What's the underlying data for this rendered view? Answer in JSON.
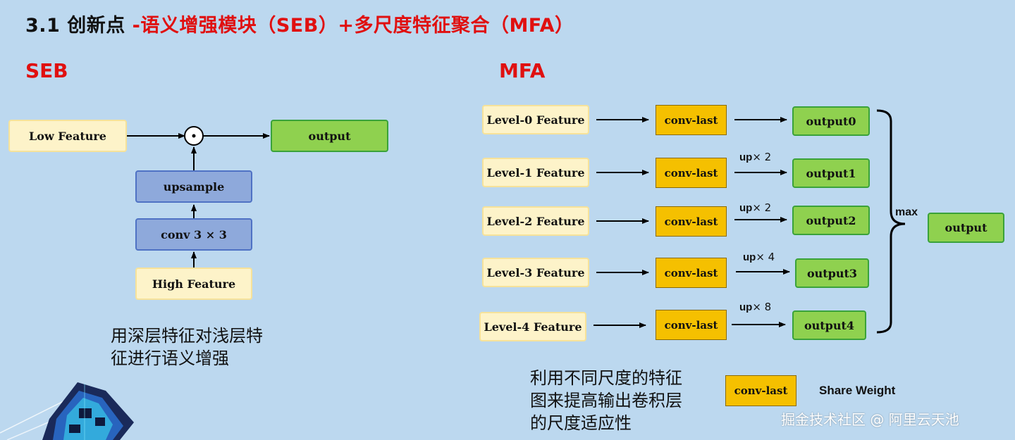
{
  "title": {
    "prefix": "3.1 创新点 ",
    "highlight": "-语义增强模块（SEB）+多尺度特征聚合（MFA）"
  },
  "seb": {
    "label": "SEB",
    "low_feature": "Low Feature",
    "dot_operator": "·",
    "output": "output",
    "upsample": "upsample",
    "conv": "conv 3 × 3",
    "high_feature": "High Feature",
    "note_line1": "用深层特征对浅层特",
    "note_line2": "征进行语义增强"
  },
  "mfa": {
    "label": "MFA",
    "rows": [
      {
        "feature": "Level-0 Feature",
        "conv": "conv-last",
        "up": "",
        "up_factor": "",
        "output": "output0"
      },
      {
        "feature": "Level-1 Feature",
        "conv": "conv-last",
        "up": "up",
        "up_factor": "× 2",
        "output": "output1"
      },
      {
        "feature": "Level-2 Feature",
        "conv": "conv-last",
        "up": "up",
        "up_factor": "× 2",
        "output": "output2"
      },
      {
        "feature": "Level-3 Feature",
        "conv": "conv-last",
        "up": "up",
        "up_factor": "× 4",
        "output": "output3"
      },
      {
        "feature": "Level-4 Feature",
        "conv": "conv-last",
        "up": "up",
        "up_factor": "× 8",
        "output": "output4"
      }
    ],
    "max_label": "max",
    "final_output": "output",
    "legend_conv": "conv-last",
    "legend_text": "Share Weight",
    "note_line1": "利用不同尺度的特征",
    "note_line2": "图来提高输出卷积层",
    "note_line3": "的尺度适应性"
  },
  "watermark": "掘金技术社区 @ 阿里云天池",
  "colors": {
    "background": "#bcd8ef",
    "title_red": "#e01010",
    "feature_fill": "#fdf3c9",
    "blue_fill": "#8ea9db",
    "green_fill": "#8fd14f",
    "conv_fill": "#f5c000"
  }
}
